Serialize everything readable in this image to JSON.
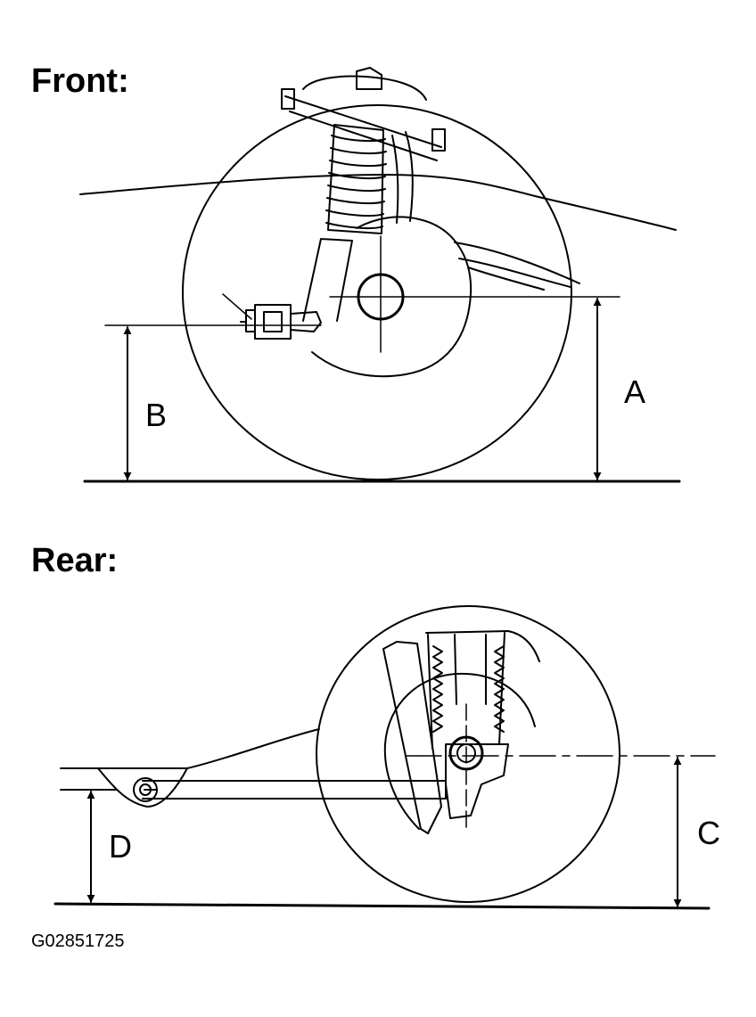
{
  "headings": {
    "front": "Front:",
    "rear": "Rear:"
  },
  "dimension_labels": {
    "a": "A",
    "b": "B",
    "c": "C",
    "d": "D"
  },
  "figure_id": "G02851725"
}
